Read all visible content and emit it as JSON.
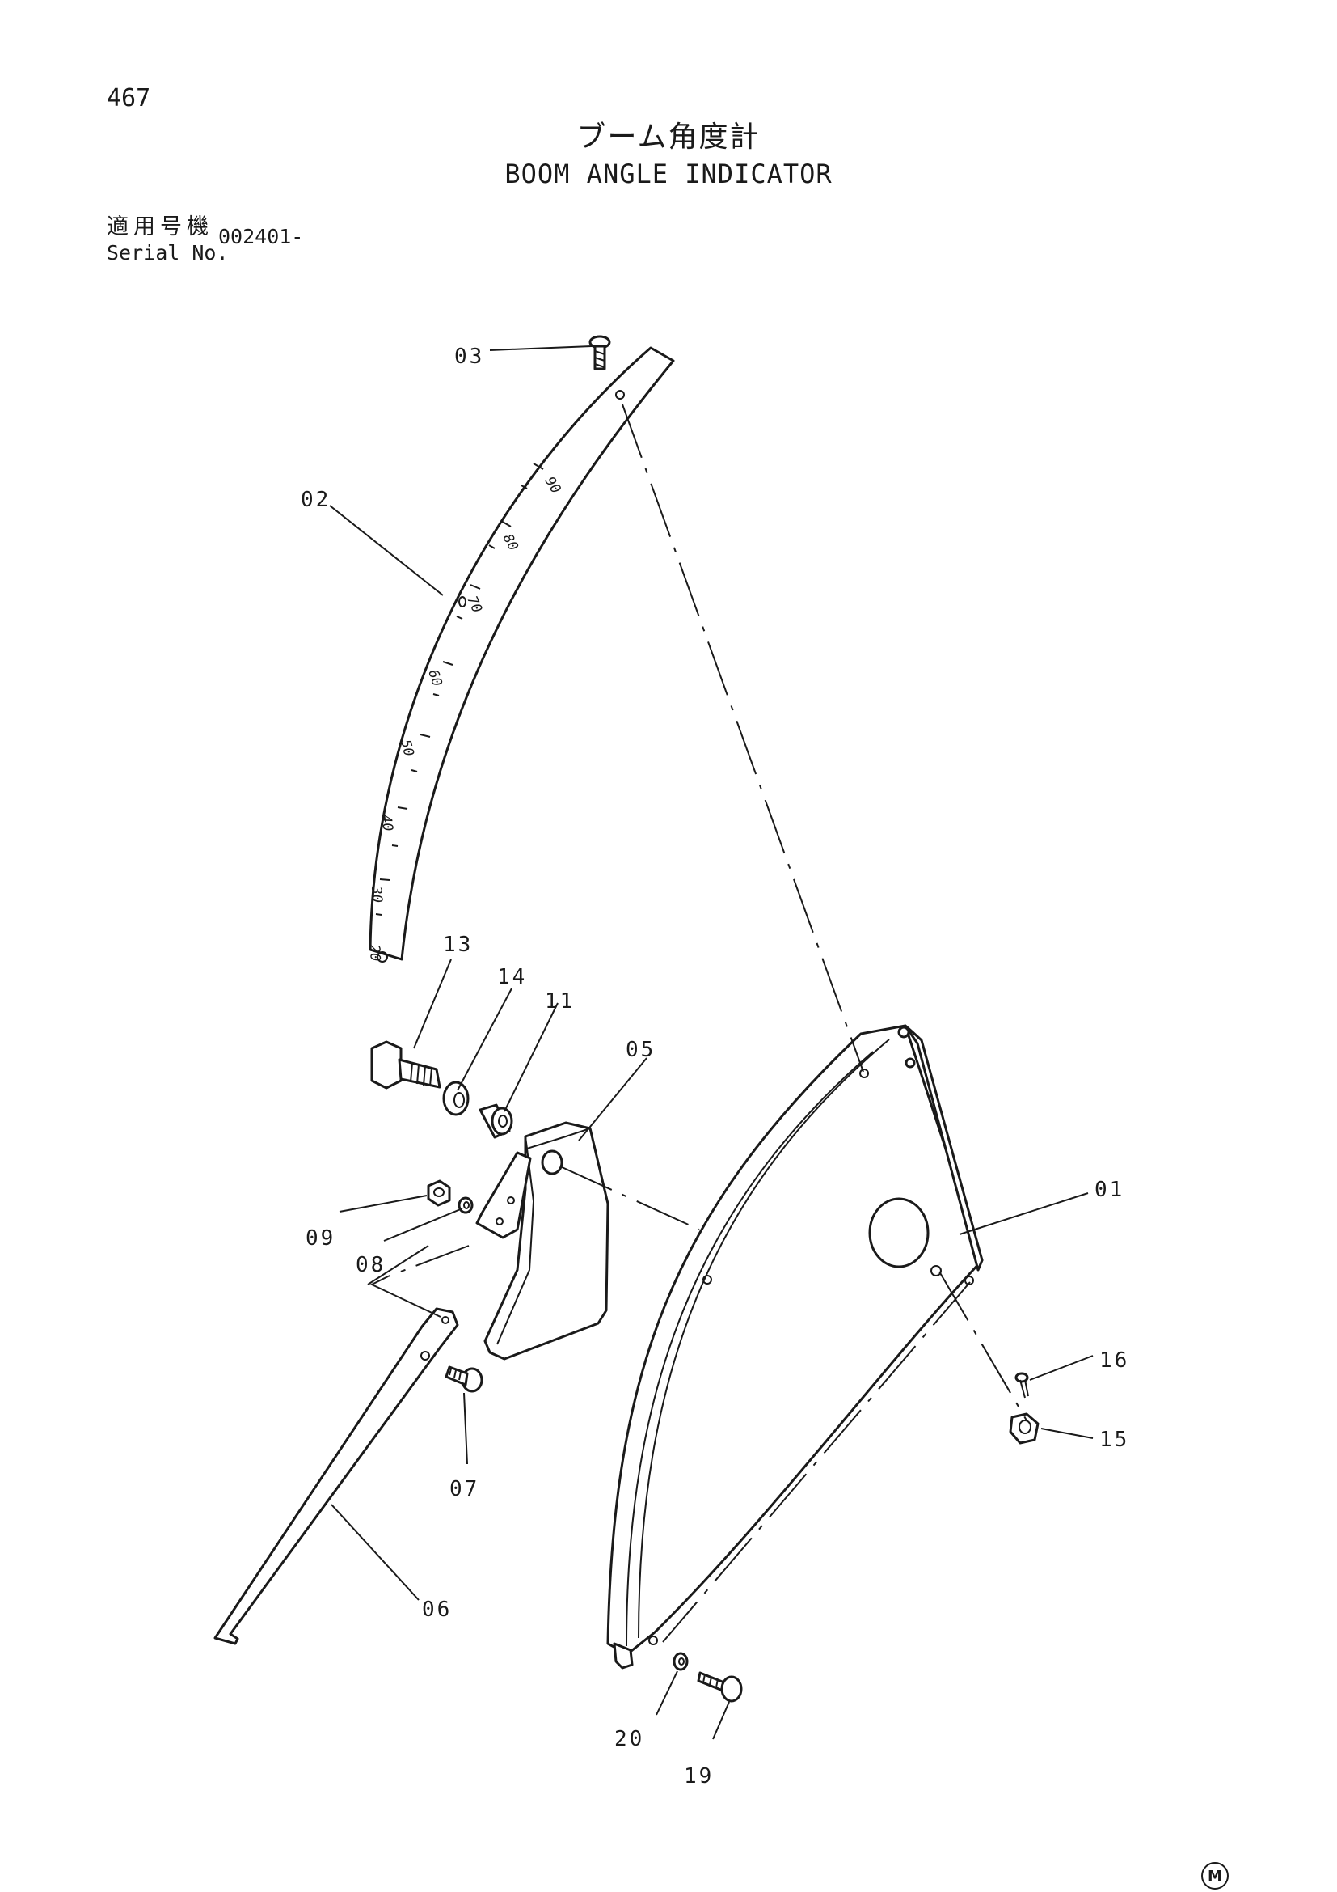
{
  "page_number": "467",
  "title_ja": "ブーム角度計",
  "title_en": "BOOM ANGLE INDICATOR",
  "serial_label_ja": "適用号機",
  "serial_label_en": "Serial No.",
  "serial_value": "002401-",
  "scale_numbers": [
    "90",
    "80",
    "70",
    "60",
    "50",
    "40",
    "30",
    "20"
  ],
  "callouts": {
    "p01": "01",
    "p02": "02",
    "p03": "03",
    "p05": "05",
    "p06": "06",
    "p07": "07",
    "p08": "08",
    "p09": "09",
    "p11": "11",
    "p13": "13",
    "p14": "14",
    "p15": "15",
    "p16": "16",
    "p19": "19",
    "p20": "20"
  },
  "corner_mark": "M"
}
